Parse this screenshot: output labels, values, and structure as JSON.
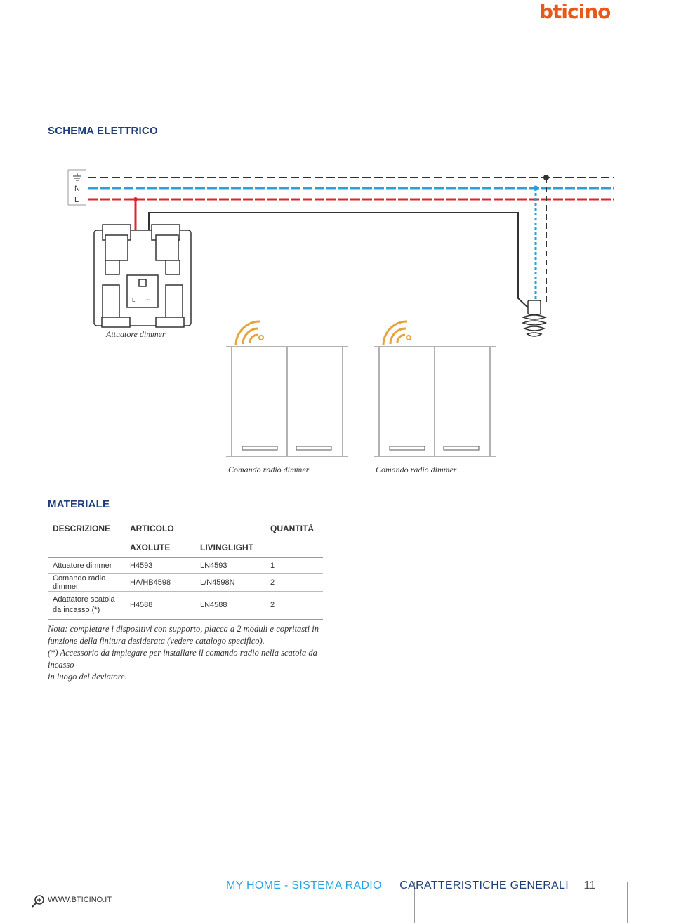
{
  "brand": {
    "logo": "bticino",
    "logo_prefix": "b",
    "logo_rest": "ticino",
    "color": "#e8581b"
  },
  "schema": {
    "title": "SCHEMA ELETTRICO",
    "line_labels": {
      "n": "N",
      "l": "L"
    },
    "terminal_labels": {
      "l": "L",
      "dim": "~"
    },
    "caption_actuator": "Attuatore dimmer",
    "caption_remote1": "Comando radio dimmer",
    "caption_remote2": "Comando radio dimmer",
    "colors": {
      "neutral": "#2aa0dc",
      "live": "#d9272e",
      "earth": "#333333"
    }
  },
  "materiale": {
    "title": "MATERIALE",
    "headers": {
      "descrizione": "DESCRIZIONE",
      "articolo": "ARTICOLO",
      "quantita": "QUANTITÀ"
    },
    "subheaders": {
      "axolute": "AXOLUTE",
      "livinglight": "LIVINGLIGHT"
    },
    "rows": [
      {
        "descrizione": "Attuatore dimmer",
        "axolute": "H4593",
        "livinglight": "LN4593",
        "quantita": "1"
      },
      {
        "descrizione": "Comando radio dimmer",
        "axolute": "HA/HB4598",
        "livinglight": "L/N4598N",
        "quantita": "2"
      },
      {
        "descrizione_l1": "Adattatore scatola",
        "descrizione_l2": "da incasso (*)",
        "axolute": "H4588",
        "livinglight": "LN4588",
        "quantita": "2"
      }
    ],
    "note_l1": "Nota: completare i dispositivi con supporto, placca a 2 moduli e copritasti in",
    "note_l2": "funzione della finitura desiderata (vedere catalogo specifico).",
    "note_l3": "(*) Accessorio da impiegare per installare il comando radio nella scatola da incasso",
    "note_l4": "in luogo del deviatore."
  },
  "footer": {
    "website": "WWW.BTICINO.IT",
    "section_a": "MY HOME - SISTEMA RADIO",
    "section_b": "CARATTERISTICHE GENERALI",
    "page_number": "11",
    "colors": {
      "accent": "#29a3e0",
      "dark": "#1e3f7a"
    }
  }
}
